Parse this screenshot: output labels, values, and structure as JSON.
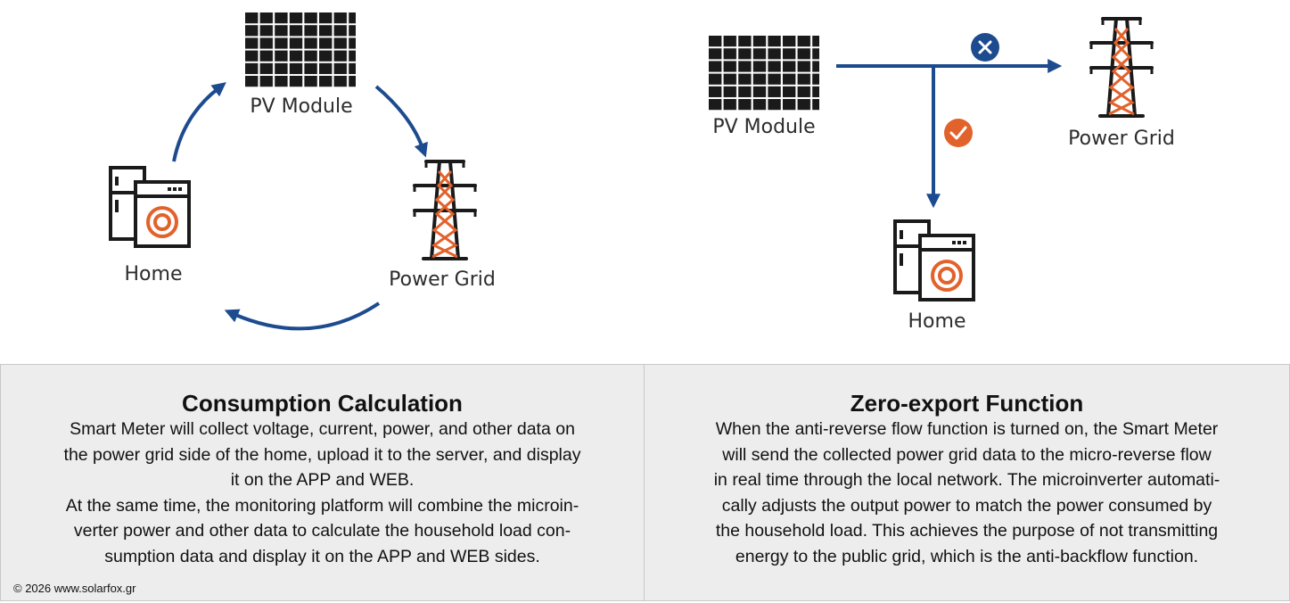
{
  "colors": {
    "arrow_blue": "#1d4b8f",
    "accent_orange": "#e2622b",
    "icon_dark": "#1a1a1a"
  },
  "left_diagram": {
    "pv_label": "PV Module",
    "grid_label": "Power Grid",
    "home_label": "Home"
  },
  "right_diagram": {
    "pv_label": "PV Module",
    "grid_label": "Power Grid",
    "home_label": "Home",
    "grid_status_icon": "x-mark-icon",
    "home_status_icon": "check-mark-icon"
  },
  "panels": {
    "left": {
      "title": "Consumption Calculation",
      "lines": [
        "Smart Meter will collect voltage, current, power, and other data on",
        "the power grid side of the home, upload it to the server, and display",
        "it on the APP and WEB.",
        "At the same time, the monitoring platform will combine the microin-",
        "verter power and other data to calculate the household load con-",
        "sumption data and display it on the APP and WEB sides."
      ]
    },
    "right": {
      "title": "Zero-export Function",
      "lines": [
        "When the anti-reverse flow function is turned on, the Smart Meter",
        "will send the collected power grid data to the micro-reverse flow",
        "in real time through the local network. The microinverter automati-",
        "cally adjusts the output power to match the power consumed by",
        "the household load. This achieves the purpose of not transmitting",
        "energy to the public grid, which is the anti-backflow function."
      ]
    }
  },
  "footer": {
    "copyright": "© 2026 www.solarfox.gr"
  }
}
